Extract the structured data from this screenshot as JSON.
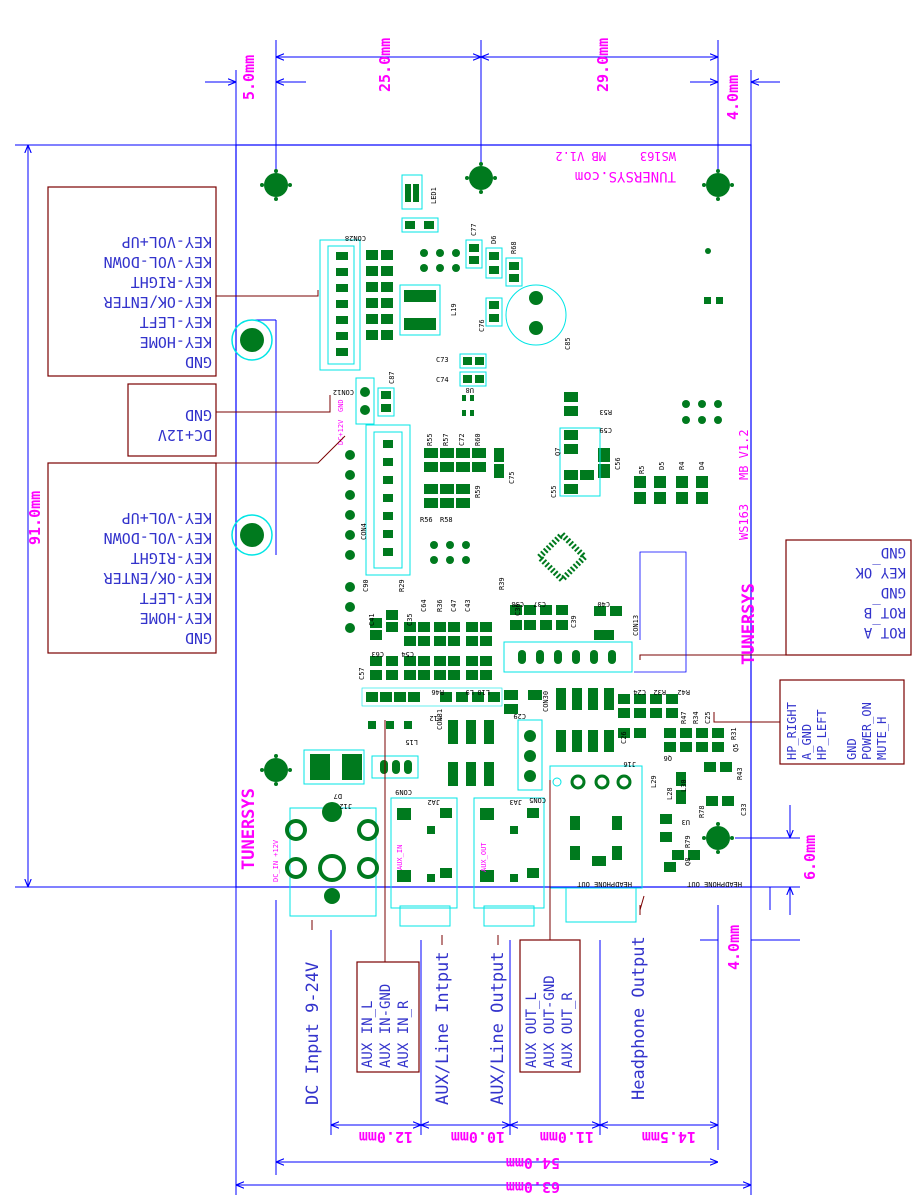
{
  "colors": {
    "dimension": "#ff00ff",
    "line": "#0000ff",
    "pad": "#007a1e",
    "outline": "#00e5e5",
    "callout": "#7a0000",
    "silk": "#000000",
    "label": "#3333cc"
  },
  "dimensions": {
    "top_5": "5.0mm",
    "top_25": "25.0mm",
    "top_29": "29.0mm",
    "top_4": "4.0mm",
    "left_91": "91.0mm",
    "right_6": "6.0mm",
    "right_4": "4.0mm",
    "bottom_12": "12.0mm",
    "bottom_10": "10.0mm",
    "bottom_11": "11.0mm",
    "bottom_14_5": "14.5mm",
    "bottom_54": "54.0mm",
    "bottom_63": "63.0mm"
  },
  "board_text": {
    "brand_url": "TUNERSYS.com",
    "model": "WS163",
    "version": "MB V1.2",
    "brand_right": "TUNERSYS",
    "brand_left": "TUNERSYS",
    "ws163_right": "WS163",
    "mb_right": "MB V1.2"
  },
  "callouts": {
    "keys_top": [
      "KEY-VOL+UP",
      "KEY-VOL-DOWN",
      "KEY-RIGHT",
      "KEY-OK/ENTER",
      "KEY-LEFT",
      "KEY-HOME",
      "GND"
    ],
    "power": [
      "DC+12V",
      "GND"
    ],
    "keys_bottom": [
      "KEY-VOL+UP",
      "KEY-VOL-DOWN",
      "KEY-RIGHT",
      "KEY-OK/ENTER",
      "KEY-LEFT",
      "KEY-HOME",
      "GND"
    ],
    "rotary": [
      "GND",
      "KEY_OK",
      "GND",
      "ROT_B",
      "ROT_A"
    ],
    "headphone_ctrl": [
      "HP_RIGHT",
      "A_GND",
      "HP_LEFT",
      "GND",
      "POWER_ON",
      "MUTE_H"
    ],
    "aux_in": [
      "AUX IN_L",
      "AUX IN-GND",
      "AUX IN_R"
    ],
    "aux_out": [
      "AUX OUT_L",
      "AUX OUT-GND",
      "AUX OUT_R"
    ]
  },
  "port_labels": {
    "dc_input": "DC Input 9-24V",
    "aux_line_input": "AUX/Line Intput",
    "aux_line_output": "AUX/Line Output",
    "headphone_output": "Headphone Output"
  },
  "silk_labels": {
    "con28": "CON28",
    "l19": "L19",
    "con12": "CON12",
    "gnd": "GND",
    "dc12": "DC+12V",
    "c87": "C87",
    "con4": "CON4",
    "c85": "C85",
    "c76": "C76",
    "c77": "C77",
    "d6": "D6",
    "r68": "R68",
    "led1": "LED1",
    "c73": "C73",
    "c74": "C74",
    "u8": "U8",
    "r53": "R53",
    "c59": "C59",
    "q7": "Q7",
    "c56": "C56",
    "c55": "C55",
    "d5": "D5",
    "r4": "R4",
    "d4": "D4",
    "r5": "R5",
    "r55": "R55",
    "r57": "R57",
    "c72": "C72",
    "r60": "R60",
    "c75": "C75",
    "r59": "R59",
    "r56": "R56",
    "r58": "R58",
    "c90": "C90",
    "r29": "R29",
    "c41": "C41",
    "c35": "C35",
    "c64": "C64",
    "r36": "R36",
    "c47": "C47",
    "c43": "C43",
    "c63": "C63",
    "c54": "C54",
    "c57": "C57",
    "r46": "R46",
    "l12": "L12",
    "l15": "L15",
    "l9": "L9",
    "l10": "L10",
    "con31": "CON31",
    "c29": "C29",
    "con30": "CON30",
    "con13": "CON13",
    "c39": "C39",
    "c40": "C40",
    "c38": "C38",
    "c37": "C37",
    "c36": "C36",
    "r39": "R39",
    "r42": "R42",
    "r32": "R32",
    "c24": "C24",
    "r47": "R47",
    "r34": "R34",
    "c25": "C25",
    "r31": "R31",
    "c26": "C26",
    "q6": "Q6",
    "q5": "Q5",
    "r43": "R43",
    "r78": "R78",
    "c33": "C33",
    "l29": "L29",
    "l28": "L28",
    "l30": "L30",
    "u3": "U3",
    "q8": "Q8",
    "r79": "R79",
    "d7": "D7",
    "j12": "J12",
    "con9": "CON9",
    "ja2": "JA2",
    "ja3": "JA3",
    "con5": "CON5",
    "j16": "J16",
    "aux_in": "AUX_IN",
    "aux_out": "AUX_OUT",
    "dc_in": "DC_IN  +12V",
    "hp_out1": "HEADPHONE OUT",
    "hp_out2": "HEADPHONE OUT"
  }
}
